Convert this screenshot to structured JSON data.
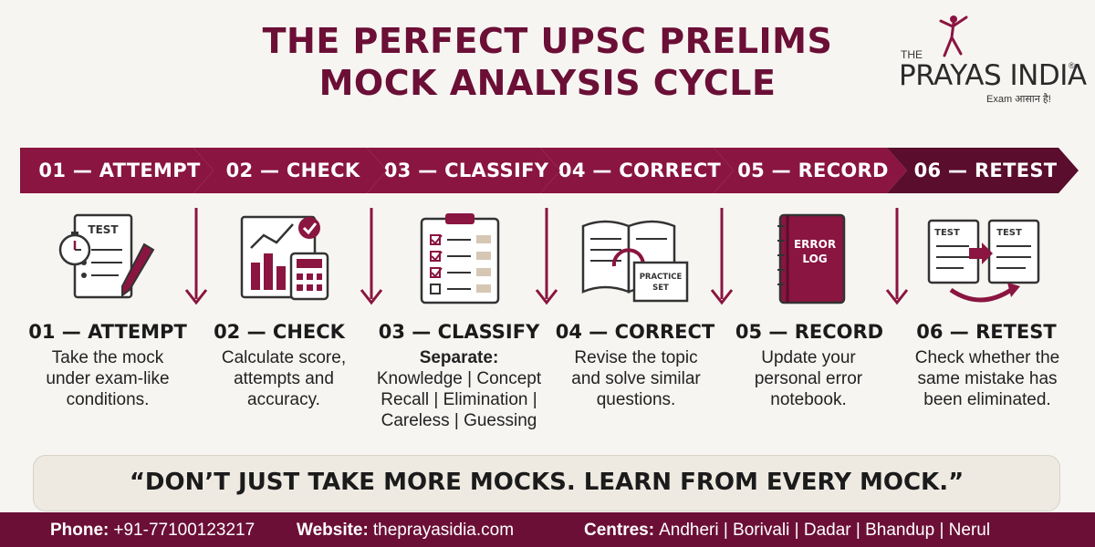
{
  "title": {
    "line1": "THE PERFECT UPSC PRELIMS",
    "line2": "MOCK ANALYSIS CYCLE"
  },
  "logo": {
    "the": "THE",
    "brand": "PRAYAS INDIA",
    "reg": "®",
    "tagline": "Exam आसान है!"
  },
  "steps": [
    {
      "chevron": "01 — ATTEMPT",
      "title": "01 — ATTEMPT",
      "desc_lines": [
        "Take the mock",
        "under exam-like",
        "conditions."
      ],
      "icon": "test-timer-pen-icon",
      "color": "#8a1540"
    },
    {
      "chevron": "02 — CHECK",
      "title": "02 — CHECK",
      "desc_lines": [
        "Calculate score,",
        "attempts and",
        "accuracy."
      ],
      "icon": "chart-calculator-icon",
      "color": "#8a1540"
    },
    {
      "chevron": "03 — CLASSIFY",
      "title": "03 — CLASSIFY",
      "desc_bold": "Separate:",
      "desc_lines": [
        "Knowledge | Concept",
        "Recall | Elimination |",
        "Careless | Guessing"
      ],
      "icon": "checklist-clipboard-icon",
      "color": "#8a1540"
    },
    {
      "chevron": "04 — CORRECT",
      "title": "04 — CORRECT",
      "desc_lines": [
        "Revise the topic",
        "and solve similar",
        "questions."
      ],
      "icon": "book-practice-set-icon",
      "color": "#8a1540"
    },
    {
      "chevron": "05 — RECORD",
      "title": "05 — RECORD",
      "desc_lines": [
        "Update your",
        "personal error",
        "notebook."
      ],
      "icon": "error-log-notebook-icon",
      "color": "#8a1540"
    },
    {
      "chevron": "06 — RETEST",
      "title": "06 — RETEST",
      "desc_lines": [
        "Check whether the",
        "same mistake has",
        "been eliminated."
      ],
      "icon": "test-retest-icon",
      "color": "#5a0d2c"
    }
  ],
  "icon_text": {
    "test": "TEST",
    "practice": "PRACTICE",
    "set": "SET",
    "error": "ERROR",
    "log": "LOG"
  },
  "quote": "“DON’T JUST TAKE MORE MOCKS. LEARN FROM EVERY MOCK.”",
  "footer": {
    "phone_label": "Phone:",
    "phone": "+91-77100123217",
    "website_label": "Website:",
    "website": "theprayasidia.com",
    "centres_label": "Centres:",
    "centres": "Andheri | Borivali | Dadar | Bhandup | Nerul"
  },
  "colors": {
    "brand": "#6b0f36",
    "chevron": "#8a1540",
    "chevron_last": "#5a0d2c",
    "background": "#f7f5f2"
  }
}
